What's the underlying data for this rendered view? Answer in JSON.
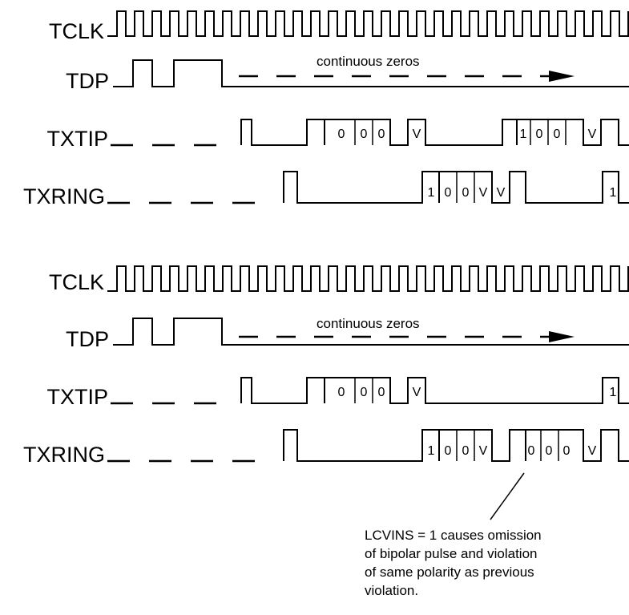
{
  "panels": [
    {
      "signals": {
        "tclk": "TCLK",
        "tdp": "TDP",
        "txtip": "TXTIP",
        "txring": "TXRING"
      },
      "continuous_zeros": "continuous zeros",
      "txtip_bits": [
        "0",
        "0",
        "0",
        "V",
        "1",
        "0",
        "0",
        "V"
      ],
      "txring_bits": [
        "1",
        "0",
        "0",
        "V",
        "1"
      ]
    },
    {
      "signals": {
        "tclk": "TCLK",
        "tdp": "TDP",
        "txtip": "TXTIP",
        "txring": "TXRING"
      },
      "continuous_zeros": "continuous zeros",
      "txtip_bits": [
        "0",
        "0",
        "0",
        "V",
        "1"
      ],
      "txring_bits": [
        "1",
        "0",
        "0",
        "V",
        "0",
        "0",
        "0",
        "V"
      ]
    }
  ],
  "annotation": {
    "lines": [
      "LCVINS = 1 causes omission",
      "of bipolar pulse and violation",
      "of same polarity as previous",
      "violation."
    ]
  }
}
